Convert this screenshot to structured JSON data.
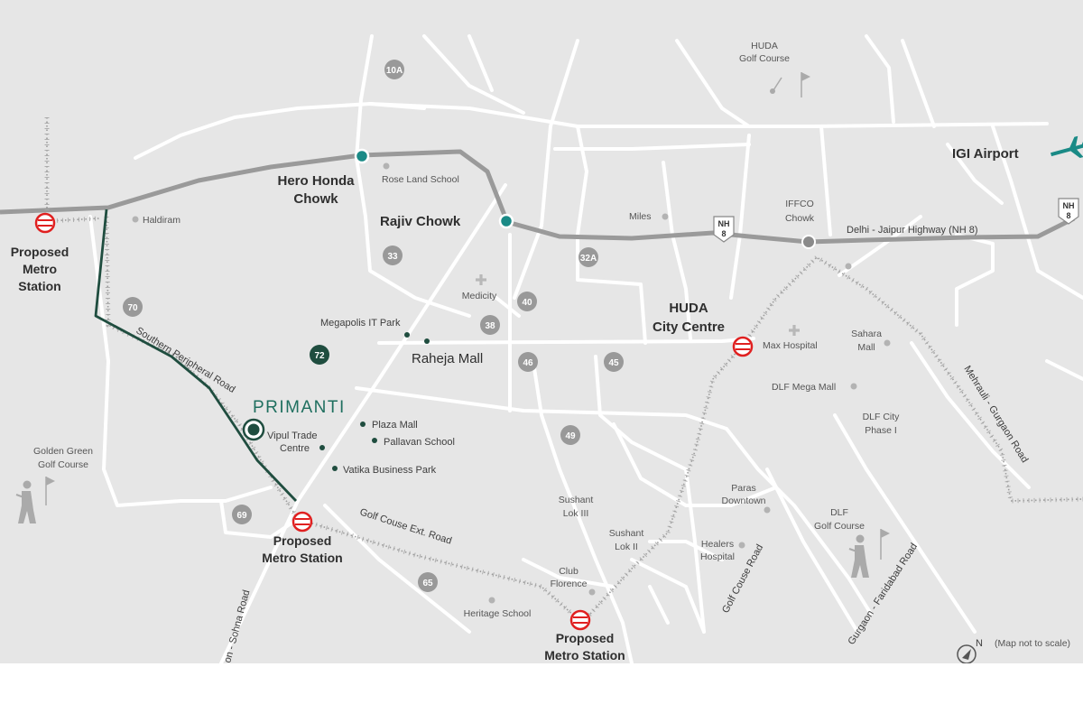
{
  "colors": {
    "background": "#e6e6e6",
    "road": "#ffffff",
    "highway": "#9a9a9a",
    "corridor": "#1f4d3f",
    "metro": "#e02020",
    "sector_badge": "#999999",
    "dark_badge": "#1f4d3f",
    "junction": "#1a8a86"
  },
  "project": {
    "name": "PRIMANTI"
  },
  "sectors": [
    "10A",
    "33",
    "32A",
    "40",
    "38",
    "46",
    "45",
    "70",
    "72",
    "49",
    "69",
    "65"
  ],
  "highway_badges": [
    {
      "line1": "NH",
      "line2": "8"
    },
    {
      "line1": "NH",
      "line2": "8"
    }
  ],
  "major_labels": {
    "hero_honda_1": "Hero Honda",
    "hero_honda_2": "Chowk",
    "rajiv_chowk": "Rajiv Chowk",
    "raheja_mall": "Raheja Mall",
    "huda_cc_1": "HUDA",
    "huda_cc_2": "City Centre",
    "igi_airport": "IGI Airport"
  },
  "metro_stations": [
    {
      "line1": "Proposed",
      "line2": "Metro",
      "line3": "Station"
    },
    {
      "line1": "Proposed",
      "line2": "Metro Station"
    },
    {
      "line1": "Proposed",
      "line2": "Metro Station"
    }
  ],
  "roads": {
    "delhi_jaipur": "Delhi - Jaipur Highway (NH 8)",
    "southern_peripheral": "Southern Peripheral Road",
    "golf_course_ext": "Golf Couse Ext. Road",
    "golf_course": "Golf Couse Road",
    "mehrauli_gurgaon": "Mehrauli - Gurgaon Road",
    "gurgaon_faridabad": "Gurgaon - Faridabad Road",
    "sohna": "on - Sohna Road"
  },
  "landmarks": {
    "huda_golf_1": "HUDA",
    "huda_golf_2": "Golf Course",
    "rose_land_school": "Rose Land School",
    "haldiram": "Haldiram",
    "miles": "Miles",
    "iffco_1": "IFFCO",
    "iffco_2": "Chowk",
    "medicity": "Medicity",
    "megapolis": "Megapolis IT Park",
    "max_hospital": "Max Hospital",
    "sahara_1": "Sahara",
    "sahara_2": "Mall",
    "dlf_mega_mall": "DLF Mega Mall",
    "dlf_city_1": "DLF City",
    "dlf_city_2": "Phase I",
    "plaza_mall": "Plaza Mall",
    "vipul_1": "Vipul Trade",
    "vipul_2": "Centre",
    "pallavan": "Pallavan School",
    "vatika": "Vatika Business Park",
    "golden_green_1": "Golden Green",
    "golden_green_2": "Golf Course",
    "sushant3_1": "Sushant",
    "sushant3_2": "Lok III",
    "sushant2_1": "Sushant",
    "sushant2_2": "Lok II",
    "paras_1": "Paras",
    "paras_2": "Downtown",
    "healers_1": "Healers",
    "healers_2": "Hospital",
    "club_1": "Club",
    "club_2": "Florence",
    "heritage": "Heritage School",
    "dlf_golf_1": "DLF",
    "dlf_golf_2": "Golf Course"
  },
  "legend": {
    "north": "N",
    "scale_note": "(Map not to scale)"
  }
}
